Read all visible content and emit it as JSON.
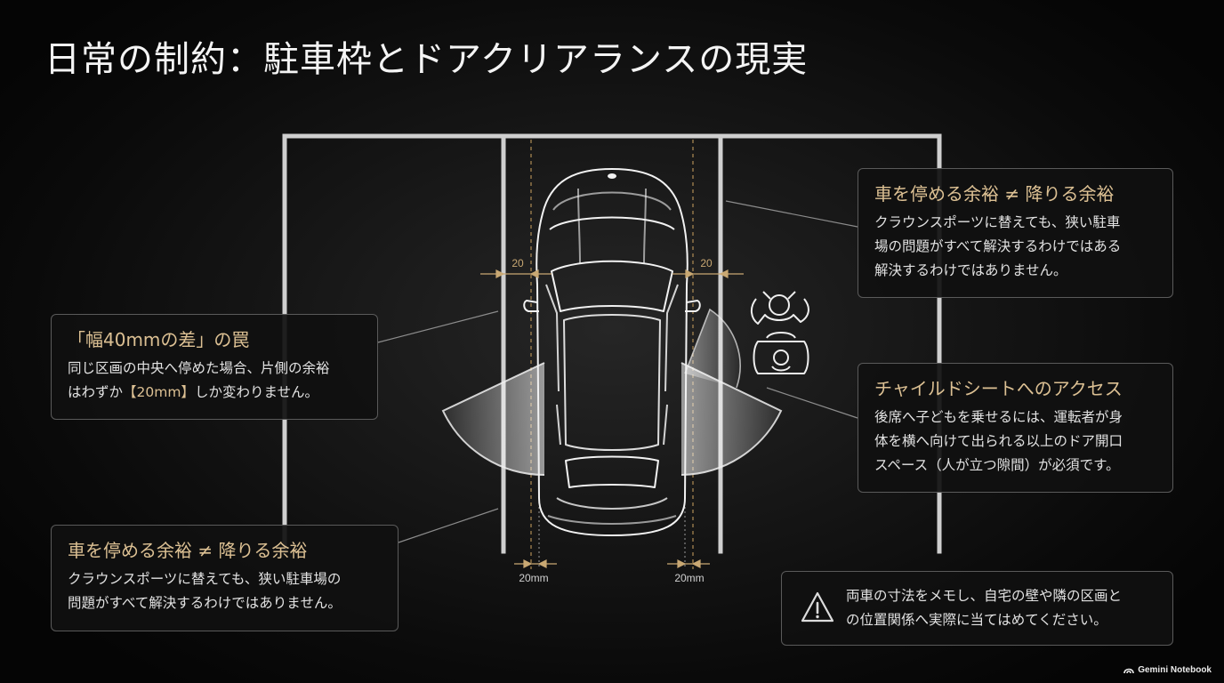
{
  "title": "日常の制約：駐車枠とドアクリアランスの現実",
  "dimensions": {
    "gap_left": "20",
    "gap_right": "20",
    "gap_bottom_left": "20mm",
    "gap_bottom_right": "20mm"
  },
  "callouts": {
    "left_mid": {
      "heading": "「幅40mmの差」の罠",
      "line1": "同じ区画の中央へ停めた場合、片側の余裕",
      "line2_prefix": "はわずか",
      "line2_highlight": "【20mm】",
      "line2_suffix": "しか変わりません。"
    },
    "left_bottom": {
      "heading": "車を停める余裕 ≠ 降りる余裕",
      "line1": "クラウンスポーツに替えても、狭い駐車場の",
      "line2": "問題がすべて解決するわけではありません。"
    },
    "right_top": {
      "heading": "車を停める余裕 ≠ 降りる余裕",
      "line1": "クラウンスポーツに替えても、狭い駐車",
      "line2": "場の問題がすべて解決するわけではある",
      "line3": "解決するわけではありません。"
    },
    "right_mid": {
      "heading": "チャイルドシートへのアクセス",
      "line1": "後席へ子どもを乗せるには、運転者が身",
      "line2": "体を横へ向けて出られる以上のドア開口",
      "line3": "スペース（人が立つ隙間）が必須です。"
    }
  },
  "note": {
    "icon": "warning-triangle-icon",
    "line1": "両車の寸法をメモし、自宅の壁や隣の区画と",
    "line2": "の位置関係へ実際に当てはめてください。"
  },
  "brand": {
    "label": "Gemini Notebook"
  },
  "colors": {
    "accent_gold": "#dcc093",
    "dimension_gold": "#c9a873",
    "parking_line": "#cfcfcf",
    "text": "#e2e2e2",
    "panel_border": "#5a5a5a"
  }
}
